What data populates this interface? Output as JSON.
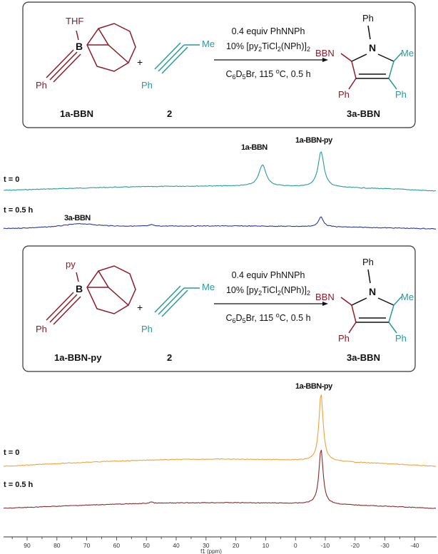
{
  "colors": {
    "maroon": "#8b1a2a",
    "teal": "#2a9a9a",
    "navy": "#2a3a9c",
    "orange": "#f2a23c",
    "darkred": "#8a2a2a",
    "box": "#333333"
  },
  "scheme1": {
    "boron_ligand": "THF",
    "boron_atom": "B",
    "ph_alkynyl": "Ph",
    "plus": "+",
    "me_alkyne": "Me",
    "ph_alkyne": "Ph",
    "cond_line1": "0.4 equiv PhNNPh",
    "cond_line2_a": "10% [py",
    "cond_line2_b": "2",
    "cond_line2_c": "TiCl",
    "cond_line2_d": "2",
    "cond_line2_e": "(NPh)]",
    "cond_line2_f": "2",
    "cond_line3_a": "C",
    "cond_line3_b": "6",
    "cond_line3_c": "D",
    "cond_line3_d": "5",
    "cond_line3_e": "Br, 115 ",
    "cond_line3_f": "o",
    "cond_line3_g": "C, 0.5 h",
    "prod_n": "N",
    "prod_nph": "Ph",
    "prod_bbn": "BBN",
    "prod_me": "Me",
    "prod_ph_left": "Ph",
    "prod_ph_right": "Ph",
    "label_reagent": "1a-BBN",
    "label_alkyne": "2",
    "label_product": "3a-BBN"
  },
  "spectrum1": {
    "peak_a": "1a-BBN",
    "peak_b": "1a-BBN-py",
    "trace_top": "t = 0",
    "trace_bottom": "t = 0.5 h",
    "peak_c": "3a-BBN"
  },
  "scheme2": {
    "boron_ligand": "py",
    "boron_atom": "B",
    "ph_alkynyl": "Ph",
    "plus": "+",
    "me_alkyne": "Me",
    "ph_alkyne": "Ph",
    "cond_line1": "0.4 equiv PhNNPh",
    "cond_line2_a": "10% [py",
    "cond_line2_b": "2",
    "cond_line2_c": "TiCl",
    "cond_line2_d": "2",
    "cond_line2_e": "(NPh)]",
    "cond_line2_f": "2",
    "cond_line3_a": "C",
    "cond_line3_b": "6",
    "cond_line3_c": "D",
    "cond_line3_d": "5",
    "cond_line3_e": "Br, 115 ",
    "cond_line3_f": "o",
    "cond_line3_g": "C, 0.5 h",
    "prod_n": "N",
    "prod_nph": "Ph",
    "prod_bbn": "BBN",
    "prod_me": "Me",
    "prod_ph_left": "Ph",
    "prod_ph_right": "Ph",
    "label_reagent": "1a-BBN-py",
    "label_alkyne": "2",
    "label_product": "3a-BBN"
  },
  "spectrum2": {
    "peak_a": "1a-BBN-py",
    "trace_top": "t = 0",
    "trace_bottom": "t = 0.5 h"
  },
  "axis": {
    "ticks": [
      "90",
      "80",
      "70",
      "60",
      "50",
      "40",
      "30",
      "20",
      "10",
      "0",
      "-10",
      "-20",
      "-30",
      "-40"
    ],
    "label": "f1 (ppm)"
  }
}
